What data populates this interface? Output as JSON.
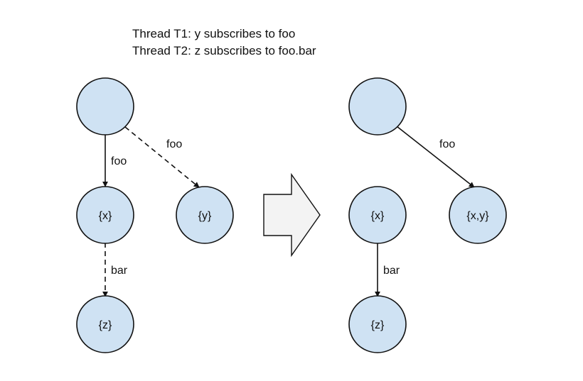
{
  "caption": {
    "line1": "Thread T1: y subscribes to foo",
    "line2": "Thread T2: z subscribes to foo.bar"
  },
  "colors": {
    "node_fill": "#cfe2f3",
    "node_stroke": "#111111",
    "arrow_fill": "#f3f3f3",
    "edge": "#111111"
  },
  "before": {
    "nodes": {
      "root": "",
      "x": "{x}",
      "y": "{y}",
      "z": "{z}"
    },
    "edges": [
      {
        "from": "root",
        "to": "x",
        "label": "foo",
        "style": "solid"
      },
      {
        "from": "root",
        "to": "y",
        "label": "foo",
        "style": "dashed"
      },
      {
        "from": "x",
        "to": "z",
        "label": "bar",
        "style": "dashed"
      }
    ]
  },
  "after": {
    "nodes": {
      "root": "",
      "x": "{x}",
      "xy": "{x,y}",
      "z": "{z}"
    },
    "edges": [
      {
        "from": "root",
        "to": "xy",
        "label": "foo",
        "style": "solid"
      },
      {
        "from": "x",
        "to": "z",
        "label": "bar",
        "style": "solid"
      }
    ]
  },
  "transition_arrow": "right-arrow"
}
